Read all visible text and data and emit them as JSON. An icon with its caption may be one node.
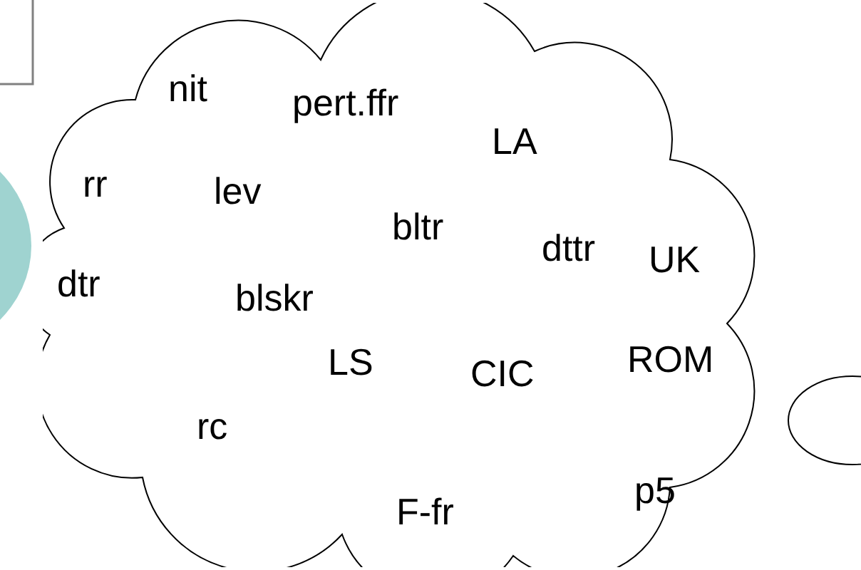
{
  "diagram": {
    "nodes": [
      {
        "text": [],
        "shape": "box"
      },
      {
        "text": [],
        "shape": "circle"
      },
      {
        "text": [
          "nit",
          "pert.ffr",
          "LA",
          "rr",
          "lev",
          "bltr",
          "dttr",
          "UK",
          "dtr",
          "blskr",
          "LS",
          "CIC",
          "ROM",
          "rc",
          "p5",
          "F-fr"
        ]
      },
      {
        "text": [],
        "shape": "ellipse"
      }
    ],
    "edges": []
  }
}
